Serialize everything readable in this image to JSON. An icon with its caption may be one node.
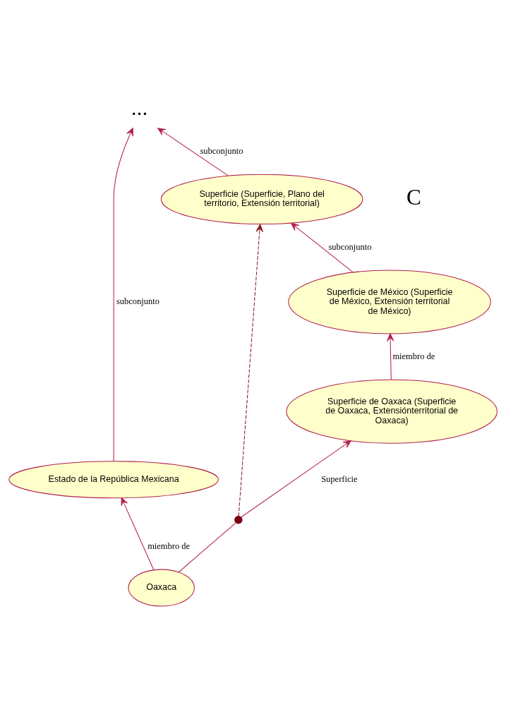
{
  "diagram": {
    "nodes": [
      {
        "text": [
          "• • •"
        ]
      },
      {
        "text": [
          "Estado de la República Mexicana"
        ]
      },
      {
        "text": [
          "Superficie (Superficie, Plano del territorio, Extensión territorial)"
        ]
      },
      {
        "text": [
          "Oaxaca"
        ]
      },
      {
        "text": [],
        "shape": "circle"
      },
      {
        "text": [
          "Superficie de México (Superficie de México, Extensión territorial  de México)"
        ]
      },
      {
        "text": [
          "Superficie de Oaxaca (Superficie de Oaxaca, Extensiónterritorial de Oaxaca)"
        ]
      }
    ],
    "edges": [
      {
        "from": 1,
        "to": 0,
        "arrow": "to",
        "label": "subconjunto"
      },
      {
        "from": 2,
        "to": 0,
        "arrow": "to",
        "label": "subconjunto"
      },
      {
        "from": 3,
        "to": 1,
        "arrow": "to",
        "label": "miembro de"
      },
      {
        "from": 3,
        "to": 4,
        "arrow": "none"
      },
      {
        "from": 4,
        "to": 6,
        "arrow": "to",
        "label": "Superficie"
      },
      {
        "from": 4,
        "to": 2,
        "arrow": "to",
        "style": "dashed",
        "color": "#8b1a1a"
      },
      {
        "from": 5,
        "to": 2,
        "arrow": "to",
        "label": "subconjunto"
      },
      {
        "from": 6,
        "to": 5,
        "arrow": "to",
        "label": "miembro de"
      }
    ],
    "labels": [
      "C"
    ]
  }
}
